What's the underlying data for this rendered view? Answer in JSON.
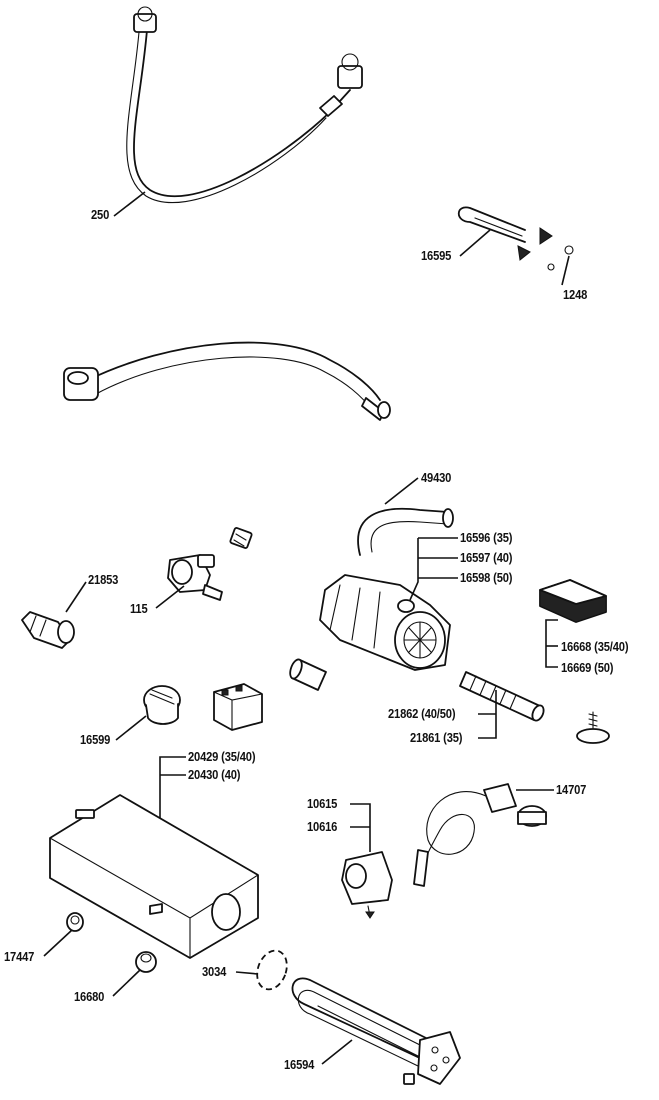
{
  "parts": {
    "p250": "250",
    "p16595": "16595",
    "p1248": "1248",
    "p49430": "49430",
    "p16596": "16596 (35)",
    "p16597": "16597 (40)",
    "p16598": "16598 (50)",
    "p21853": "21853",
    "p115": "115",
    "p16668": "16668 (35/40)",
    "p16669": "16669 (50)",
    "p21862": "21862 (40/50)",
    "p21861": "21861 (35)",
    "p16599": "16599",
    "p20429": "20429 (35/40)",
    "p20430": "20430 (40)",
    "p10615": "10615",
    "p10616": "10616",
    "p14707": "14707",
    "p17447": "17447",
    "p3034": "3034",
    "p16680": "16680",
    "p16594": "16594"
  }
}
